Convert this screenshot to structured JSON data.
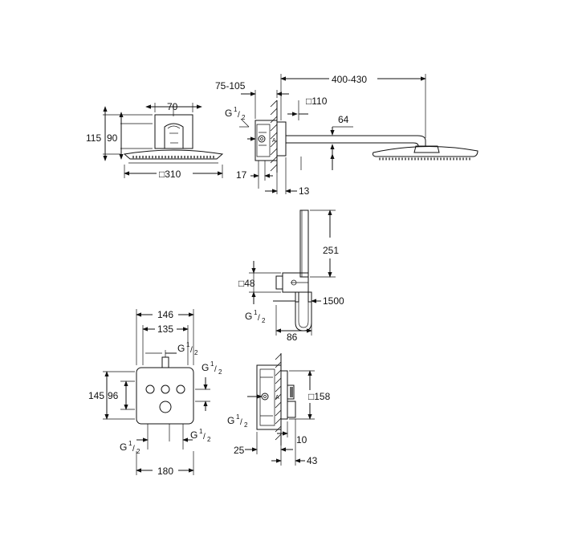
{
  "colors": {
    "ink": "#111111",
    "background": "#ffffff",
    "fixture_gray": "#6a6a6a"
  },
  "labels": {
    "d70": "70",
    "d115": "115",
    "d90": "90",
    "d310": "□310",
    "d75_105": "75-105",
    "d400_430": "400-430",
    "d110": "□110",
    "g_top": "G",
    "d64": "64",
    "d17": "17",
    "d13": "13",
    "d251": "251",
    "d48": "□48",
    "d1500": "1500",
    "g_mid": "G",
    "d86": "86",
    "d146": "146",
    "d135": "135",
    "g_t1": "G",
    "g_t2": "G",
    "d145": "145",
    "d96": "96",
    "g_bl": "G",
    "g_br": "G",
    "d180": "180",
    "d158": "□158",
    "g_side": "G",
    "d25": "25",
    "d10": "10",
    "d43": "43",
    "frac_num": "1",
    "frac_den": "2",
    "mark_a": "A"
  }
}
